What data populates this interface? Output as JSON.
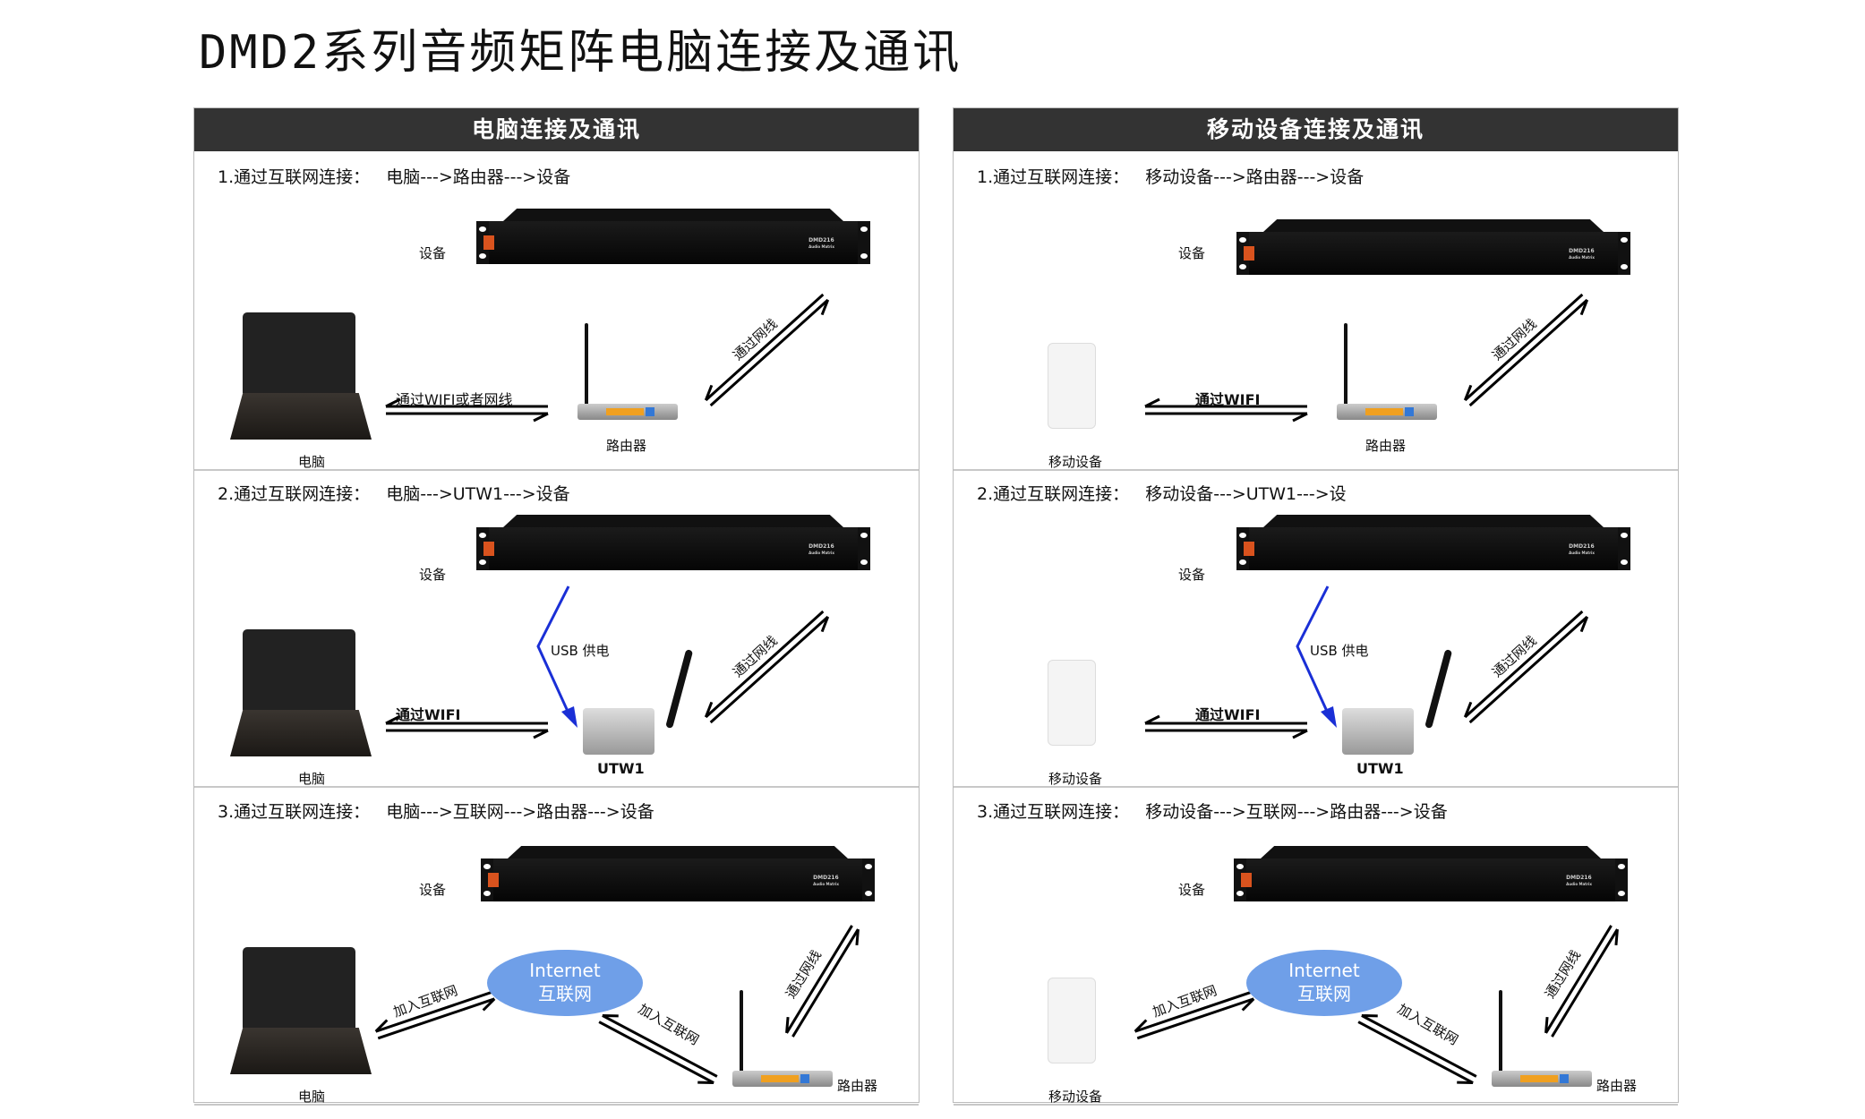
{
  "title": "DMD2系列音频矩阵电脑连接及通讯",
  "panels": [
    {
      "header": "电脑连接及通讯",
      "client_label": "电脑",
      "sections": [
        {
          "heading": "1.通过互联网连接：   电脑--->路由器--->设备",
          "device_label": "设备",
          "link_label": "通过WIFI或者网线",
          "router_label": "路由器",
          "cable_label": "通过网线"
        },
        {
          "heading": "2.通过互联网连接：   电脑--->UTW1--->设备",
          "device_label": "设备",
          "usb_label": "USB 供电",
          "link_label": "通过WIFI",
          "utw_label": "UTW1",
          "cable_label": "通过网线"
        },
        {
          "heading": "3.通过互联网连接：   电脑--->互联网--->路由器--->设备",
          "device_label": "设备",
          "internet_en": "Internet",
          "internet_cn": "互联网",
          "join_label_1": "加入互联网",
          "join_label_2": "加入互联网",
          "router_label": "路由器",
          "cable_label": "通过网线"
        }
      ]
    },
    {
      "header": "移动设备连接及通讯",
      "client_label": "移动设备",
      "sections": [
        {
          "heading": "1.通过互联网连接：   移动设备--->路由器--->设备",
          "device_label": "设备",
          "link_label": "通过WIFI",
          "router_label": "路由器",
          "cable_label": "通过网线"
        },
        {
          "heading": "2.通过互联网连接：   移动设备--->UTW1--->设",
          "device_label": "设备",
          "usb_label": "USB 供电",
          "link_label": "通过WIFI",
          "utw_label": "UTW1",
          "cable_label": "通过网线"
        },
        {
          "heading": "3.通过互联网连接：   移动设备--->互联网--->路由器--->设备",
          "device_label": "设备",
          "internet_en": "Internet",
          "internet_cn": "互联网",
          "join_label_1": "加入互联网",
          "join_label_2": "加入互联网",
          "router_label": "路由器",
          "cable_label": "通过网线"
        }
      ]
    }
  ],
  "device_model": "DMD216",
  "device_subtitle": "Audio Matrix",
  "colors": {
    "header_bg": "#333333",
    "usb_line": "#1a2fd6",
    "internet": "#6f9fe8",
    "router_ports": "#f0a020"
  }
}
